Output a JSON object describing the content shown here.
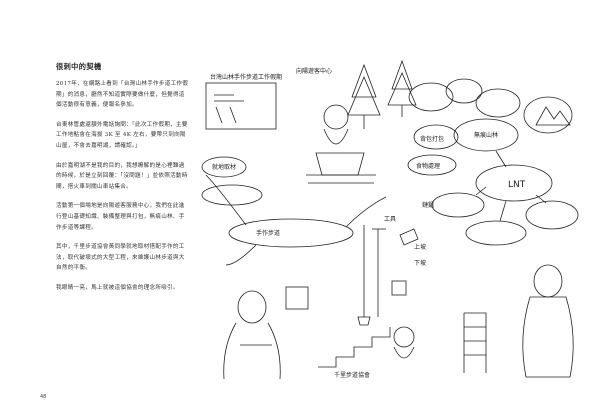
{
  "left_page": {
    "heading": "很刺中的契機",
    "paragraphs": [
      "2017年，在網路上看到「台灣山林手作步道工作假期」的消息，廳然不知道實際要做什麼，但覺得這個活動很有意義，便報名參加。",
      "台東林管處還額外電話詢問：「此次工作假期，主要工作地點會在海拔 3K 至 4K 左右，要帶只到向陽山屋，不會去嘉明湖，請確認。」",
      "由於嘉明湖不是我的目的，我想瞭解的是心裡難過的時候，於是立刻回覆：「沒問題！」並依照活動時間，搭火車到關山車站集合。",
      "活動第一個場地是向陽遊客服務中心，我們在此進行登山基礎知識、裝備整理與打包，無痕山林、手作步道等課程。",
      "其中，千里步道協會黃同學就地取材搭配手作的工法，取代破壞式的大型工程，來維護山林步道與大自然的平衡。",
      "我眼睛一亮，馬上就被這個協會的理念所吸引。"
    ],
    "page_number": "48"
  },
  "sketch": {
    "labels": [
      "向陽遊客中心",
      "食物處理",
      "背包打包",
      "LNT",
      "無痕山林",
      "手作步道",
      "就地取材",
      "工具",
      "上坡",
      "下坡",
      "千里步道協會",
      "鏈鋸",
      "台灣山林手作步道工作假期"
    ]
  }
}
